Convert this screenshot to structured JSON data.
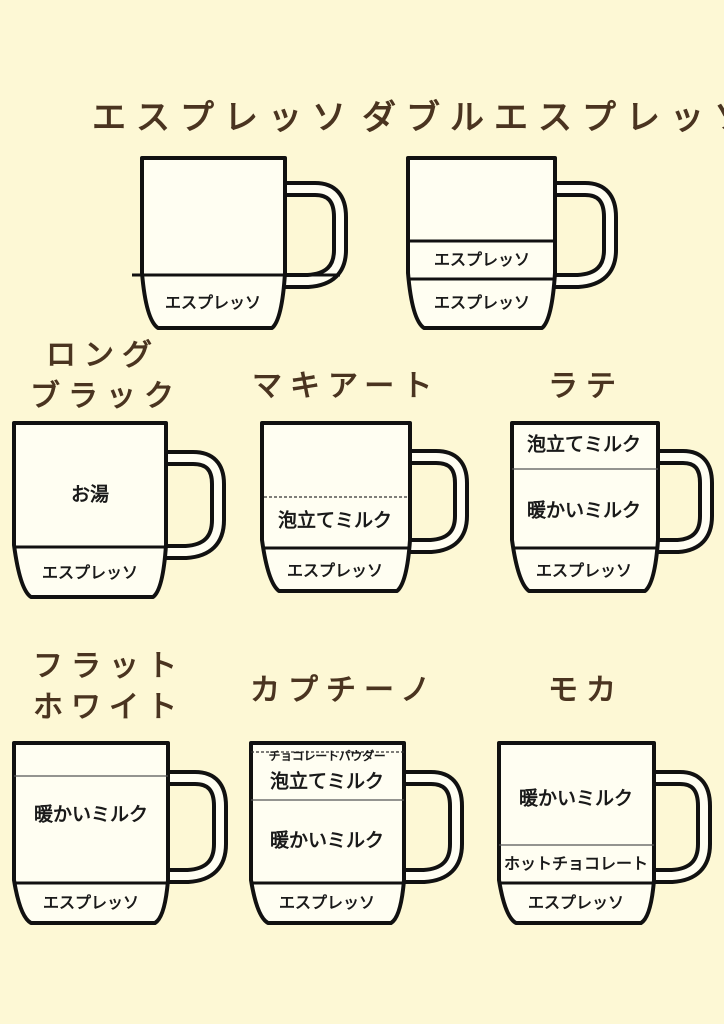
{
  "colors": {
    "background": "#fdf8d5",
    "mug_fill": "#fffef2",
    "outline": "#111111",
    "title_text": "#4a3420"
  },
  "drinks": [
    {
      "name": "エスプレッソ",
      "layers": [
        {
          "label": ""
        },
        {
          "label": "エスプレッソ"
        }
      ]
    },
    {
      "name": "ダブルエスプレッソ",
      "layers": [
        {
          "label": ""
        },
        {
          "label": "エスプレッソ"
        },
        {
          "label": "エスプレッソ"
        }
      ]
    },
    {
      "name": "ロング",
      "name_line2": "ブラック",
      "layers": [
        {
          "label": "お湯"
        },
        {
          "label": "エスプレッソ"
        }
      ]
    },
    {
      "name": "マキアート",
      "layers": [
        {
          "label": ""
        },
        {
          "label": "泡立てミルク"
        },
        {
          "label": "エスプレッソ"
        }
      ]
    },
    {
      "name": "ラテ",
      "layers": [
        {
          "label": "泡立てミルク"
        },
        {
          "label": "暖かいミルク"
        },
        {
          "label": "エスプレッソ"
        }
      ]
    },
    {
      "name": "フラット",
      "name_line2": "ホワイト",
      "layers": [
        {
          "label": ""
        },
        {
          "label": "暖かいミルク"
        },
        {
          "label": "エスプレッソ"
        }
      ]
    },
    {
      "name": "カプチーノ",
      "layers": [
        {
          "label": "チョコレートパウダー"
        },
        {
          "label": "泡立てミルク"
        },
        {
          "label": "暖かいミルク"
        },
        {
          "label": "エスプレッソ"
        }
      ]
    },
    {
      "name": "モカ",
      "layers": [
        {
          "label": "暖かいミルク"
        },
        {
          "label": "ホットチョコレート"
        },
        {
          "label": "エスプレッソ"
        }
      ]
    }
  ]
}
